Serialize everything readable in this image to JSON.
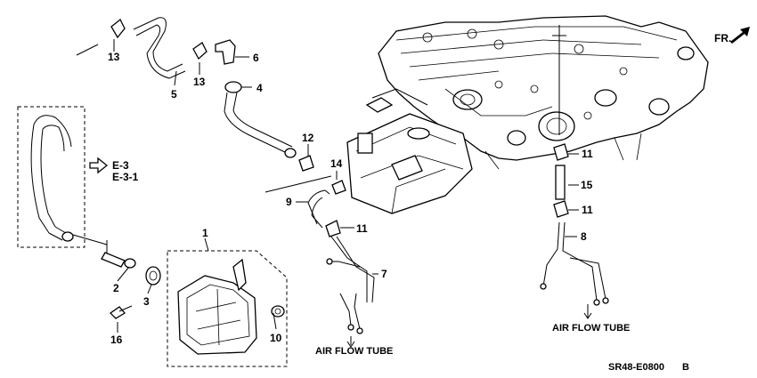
{
  "callouts": {
    "c1": "1",
    "c2": "2",
    "c3": "3",
    "c4": "4",
    "c5": "5",
    "c6": "6",
    "c7": "7",
    "c8": "8",
    "c9": "9",
    "c10": "10",
    "c11a": "11",
    "c11b": "11",
    "c11c": "11",
    "c12": "12",
    "c13a": "13",
    "c13b": "13",
    "c14": "14",
    "c15": "15",
    "c16": "16"
  },
  "reference": {
    "line1": "E-3",
    "line2": "E-3-1"
  },
  "labels": {
    "air_flow_tube_left": "AIR FLOW TUBE",
    "air_flow_tube_right": "AIR FLOW TUBE",
    "front_marker": "FR.",
    "diagram_code": "SR48-E0800",
    "revision": "B"
  },
  "icons": [
    "front-arrow-icon",
    "reference-arrow-icon"
  ]
}
